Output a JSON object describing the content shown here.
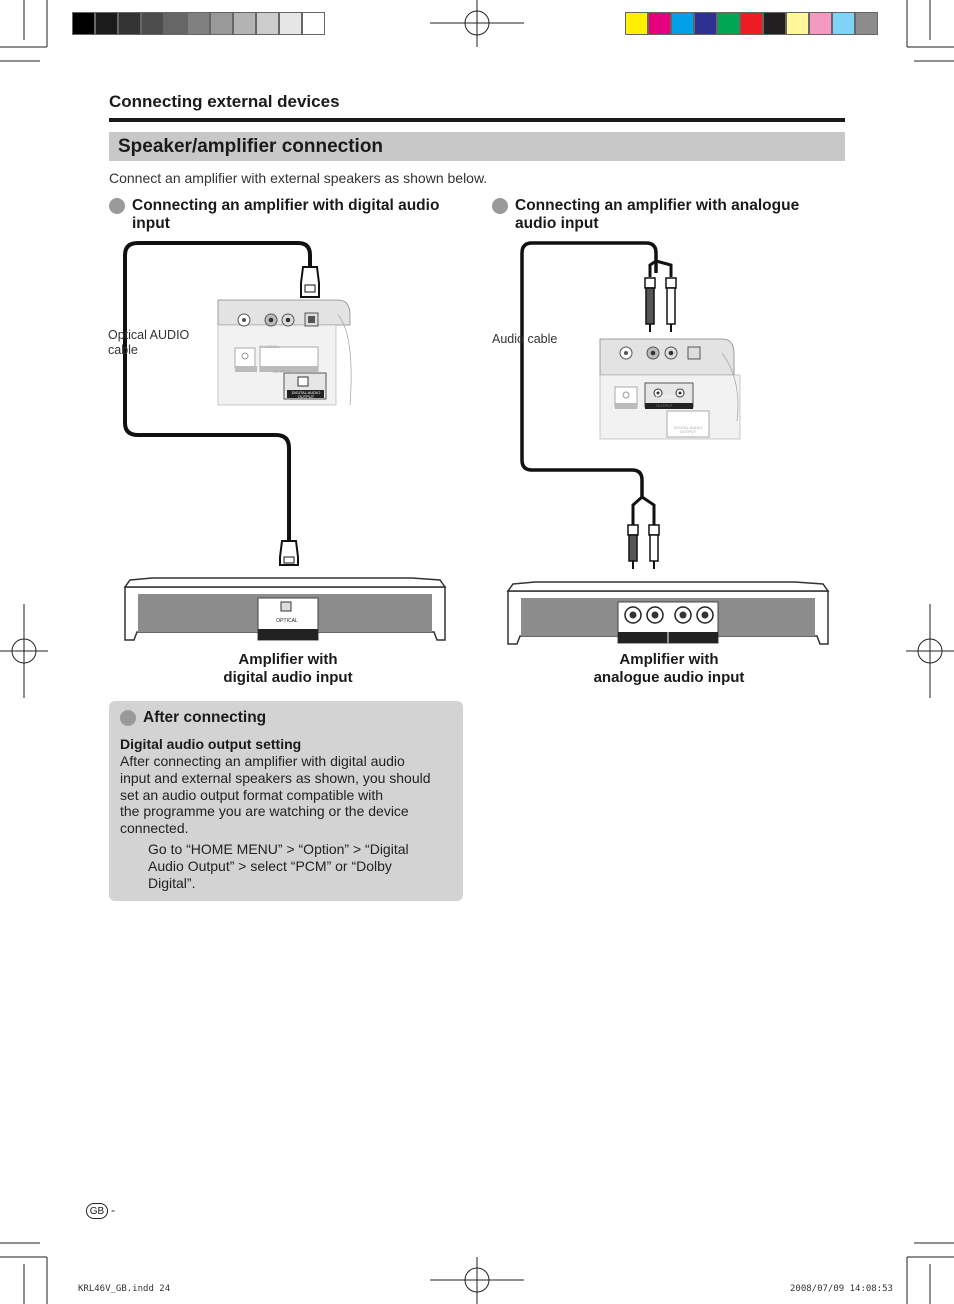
{
  "print_marks": {
    "gray_swatches": [
      "#000000",
      "#1b1b1b",
      "#333333",
      "#4d4d4d",
      "#666666",
      "#808080",
      "#999999",
      "#b3b3b3",
      "#cccccc",
      "#e6e6e6",
      "#ffffff"
    ],
    "color_swatches": [
      "#ffef00",
      "#e6007e",
      "#00a0e9",
      "#2e3192",
      "#00a651",
      "#ed1c24",
      "#231f20",
      "#fff799",
      "#f49ac1",
      "#7fd3f7",
      "#8c8c8c"
    ]
  },
  "header": {
    "title": "Connecting external devices"
  },
  "section": {
    "title": "Speaker/amplifier connection",
    "intro": "Connect an amplifier with external speakers as shown below."
  },
  "digital": {
    "heading_line1": "Connecting an amplifier with digital audio",
    "heading_line2": "input",
    "cable_label_line1": "Optical AUDIO",
    "cable_label_line2": "cable",
    "tv_jack_label": "DIGITAL AUDIO OUTPUT",
    "tv_output_label": "OUTPUT",
    "tv_rl_label": "R-AUDIO-L",
    "amp_jack_label": "OPTICAL",
    "amp_caption_line1": "Amplifier with",
    "amp_caption_line2": "digital audio input"
  },
  "analogue": {
    "heading_line1": "Connecting an amplifier with analogue",
    "heading_line2": "audio input",
    "cable_label": "Audio cable",
    "tv_jack_label": "DIGITAL AUDIO OUTPUT",
    "tv_output_label": "OUTPUT",
    "tv_rl_label": "R-AUDIO-L",
    "amp_caption_line1": "Amplifier with",
    "amp_caption_line2": "analogue audio input"
  },
  "after_connecting": {
    "title": "After connecting",
    "subtitle": "Digital audio output setting",
    "body_line1": "After connecting an amplifier with digital audio",
    "body_line2": "input and external speakers as shown, you should",
    "body_line3": "set an audio output format compatible with",
    "body_line4": "the programme you are watching or the device",
    "body_line5": "connected.",
    "step_line1": "Go to “HOME MENU” > “Option” > “Digital",
    "step_line2": "Audio Output” > select “PCM” or “Dolby",
    "step_line3": "Digital”."
  },
  "footer": {
    "region_badge": "GB",
    "page_separator": "-",
    "file_info": "KRL46V_GB.indd   24",
    "timestamp": "2008/07/09   14:08:53"
  }
}
